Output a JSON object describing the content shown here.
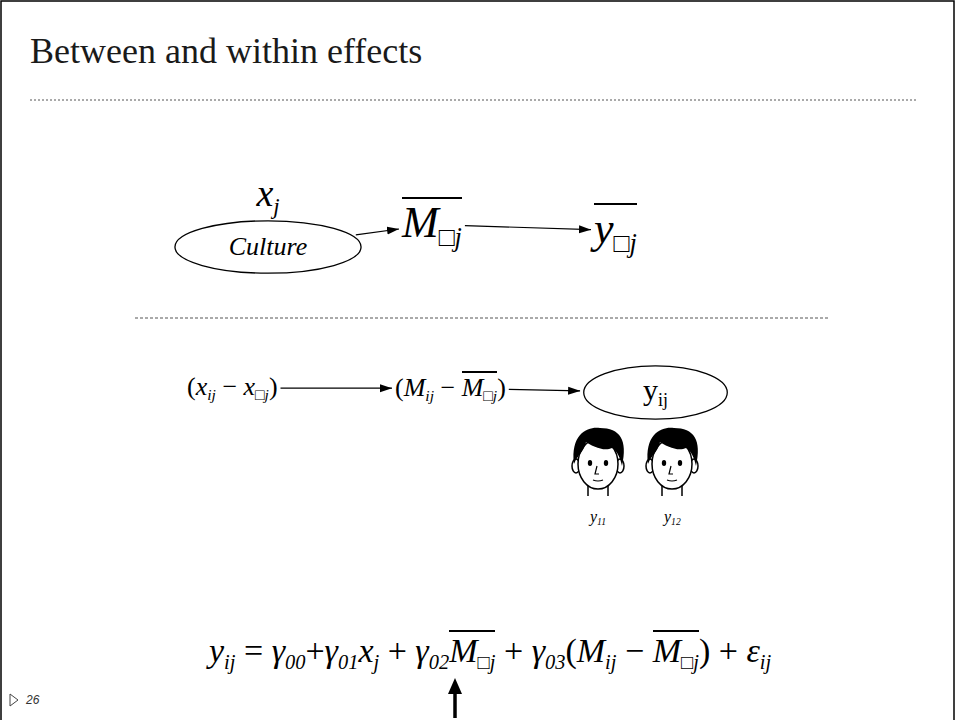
{
  "diagram": {
    "title": "Between and within effects",
    "nodes": [
      {
        "text": [
          "xj",
          "Culture"
        ]
      },
      {
        "text": [
          "M□j"
        ]
      },
      {
        "text": [
          "y□j"
        ]
      },
      {
        "text": [
          "(xij − x□j)"
        ]
      },
      {
        "text": [
          "(Mij − M□j)"
        ]
      },
      {
        "text": [
          "yij"
        ]
      }
    ],
    "edges": [
      {
        "from": 0,
        "to": 1,
        "arrow": "to"
      },
      {
        "from": 1,
        "to": 2,
        "arrow": "to"
      },
      {
        "from": 3,
        "to": 4,
        "arrow": "to"
      },
      {
        "from": 4,
        "to": 5,
        "arrow": "to"
      }
    ],
    "labels": [
      "y11",
      "y12",
      "yij = γ00+γ01xj + γ02M□j + γ03(Mij − M□j) + εij",
      "26"
    ]
  }
}
